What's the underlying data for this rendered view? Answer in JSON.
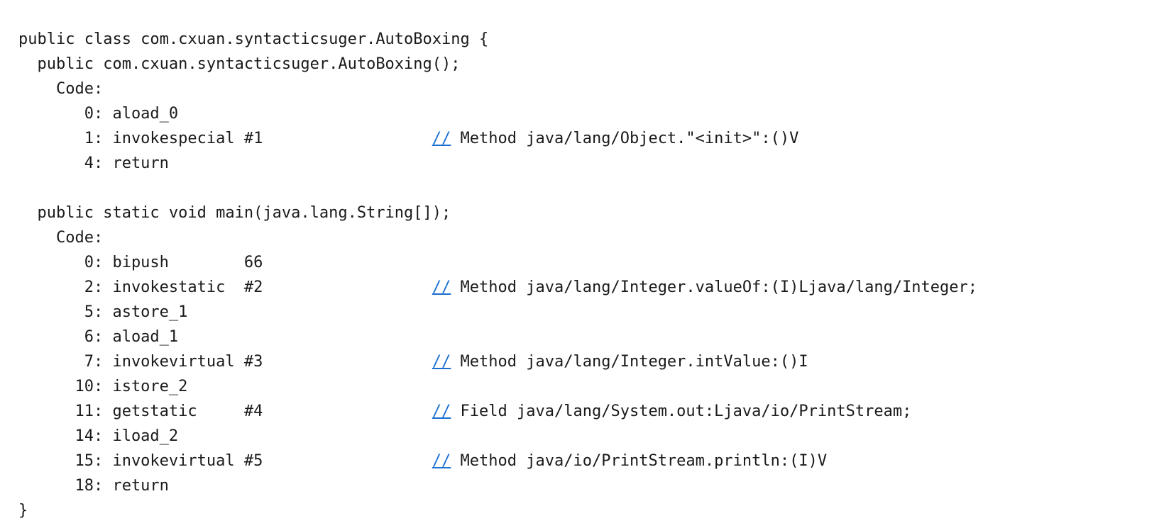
{
  "lines": [
    {
      "code": "public class com.cxuan.syntacticsuger.AutoBoxing {",
      "comment": ""
    },
    {
      "code": "  public com.cxuan.syntacticsuger.AutoBoxing();",
      "comment": ""
    },
    {
      "code": "    Code:",
      "comment": ""
    },
    {
      "code": "       0: aload_0",
      "comment": ""
    },
    {
      "code": "       1: invokespecial #1                  ",
      "comment": " Method java/lang/Object.\"<init>\":()V"
    },
    {
      "code": "       4: return",
      "comment": ""
    },
    {
      "code": "",
      "comment": ""
    },
    {
      "code": "  public static void main(java.lang.String[]);",
      "comment": ""
    },
    {
      "code": "    Code:",
      "comment": ""
    },
    {
      "code": "       0: bipush        66",
      "comment": ""
    },
    {
      "code": "       2: invokestatic  #2                  ",
      "comment": " Method java/lang/Integer.valueOf:(I)Ljava/lang/Integer;"
    },
    {
      "code": "       5: astore_1",
      "comment": ""
    },
    {
      "code": "       6: aload_1",
      "comment": ""
    },
    {
      "code": "       7: invokevirtual #3                  ",
      "comment": " Method java/lang/Integer.intValue:()I"
    },
    {
      "code": "      10: istore_2",
      "comment": ""
    },
    {
      "code": "      11: getstatic     #4                  ",
      "comment": " Field java/lang/System.out:Ljava/io/PrintStream;"
    },
    {
      "code": "      14: iload_2",
      "comment": ""
    },
    {
      "code": "      15: invokevirtual #5                  ",
      "comment": " Method java/io/PrintStream.println:(I)V"
    },
    {
      "code": "      18: return",
      "comment": ""
    },
    {
      "code": "}",
      "comment": ""
    }
  ],
  "comment_marker": "//"
}
